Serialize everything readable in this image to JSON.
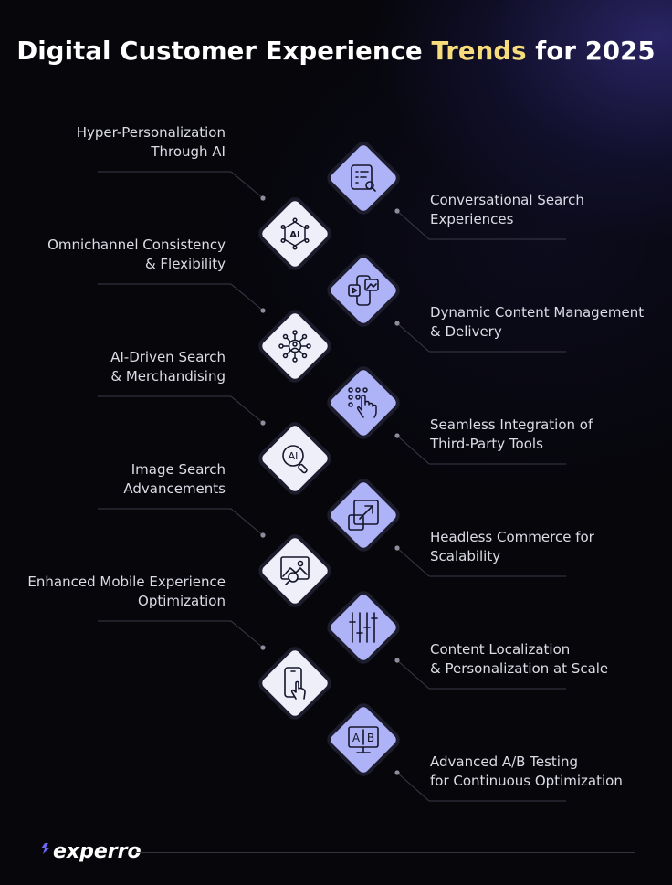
{
  "title": {
    "before": "Digital Customer Experience ",
    "highlight": "Trends",
    "after": " for 2025",
    "highlight_color": "#f6dc7a"
  },
  "trends_left": [
    {
      "line1": "Hyper-Personalization",
      "line2": "Through AI",
      "icon": "ai-chip-icon"
    },
    {
      "line1": "Omnichannel Consistency",
      "line2": "& Flexibility",
      "icon": "network-user-icon"
    },
    {
      "line1": "AI-Driven Search",
      "line2": "& Merchandising",
      "icon": "ai-search-icon"
    },
    {
      "line1": "Image Search",
      "line2": "Advancements",
      "icon": "image-search-icon"
    },
    {
      "line1": "Enhanced Mobile Experience",
      "line2": "Optimization",
      "icon": "mobile-touch-icon"
    }
  ],
  "trends_right": [
    {
      "line1": "Conversational Search",
      "line2": "Experiences",
      "icon": "list-search-icon"
    },
    {
      "line1": "Dynamic Content Management",
      "line2": "& Delivery",
      "icon": "media-devices-icon"
    },
    {
      "line1": "Seamless Integration of",
      "line2": "Third-Party Tools",
      "icon": "touch-grid-icon"
    },
    {
      "line1": "Headless Commerce for",
      "line2": "Scalability",
      "icon": "expand-arrows-icon"
    },
    {
      "line1": "Content Localization",
      "line2": "& Personalization at Scale",
      "icon": "sliders-icon"
    },
    {
      "line1": "Advanced A/B Testing",
      "line2": "for Continuous Optimization",
      "icon": "ab-test-icon"
    }
  ],
  "colors": {
    "background": "#06060b",
    "tile_light": "#eeeff9",
    "tile_blue": "#aeb3f8"
  },
  "footer": {
    "brand": "experro",
    "logo_icon": "experro-logo-icon"
  }
}
